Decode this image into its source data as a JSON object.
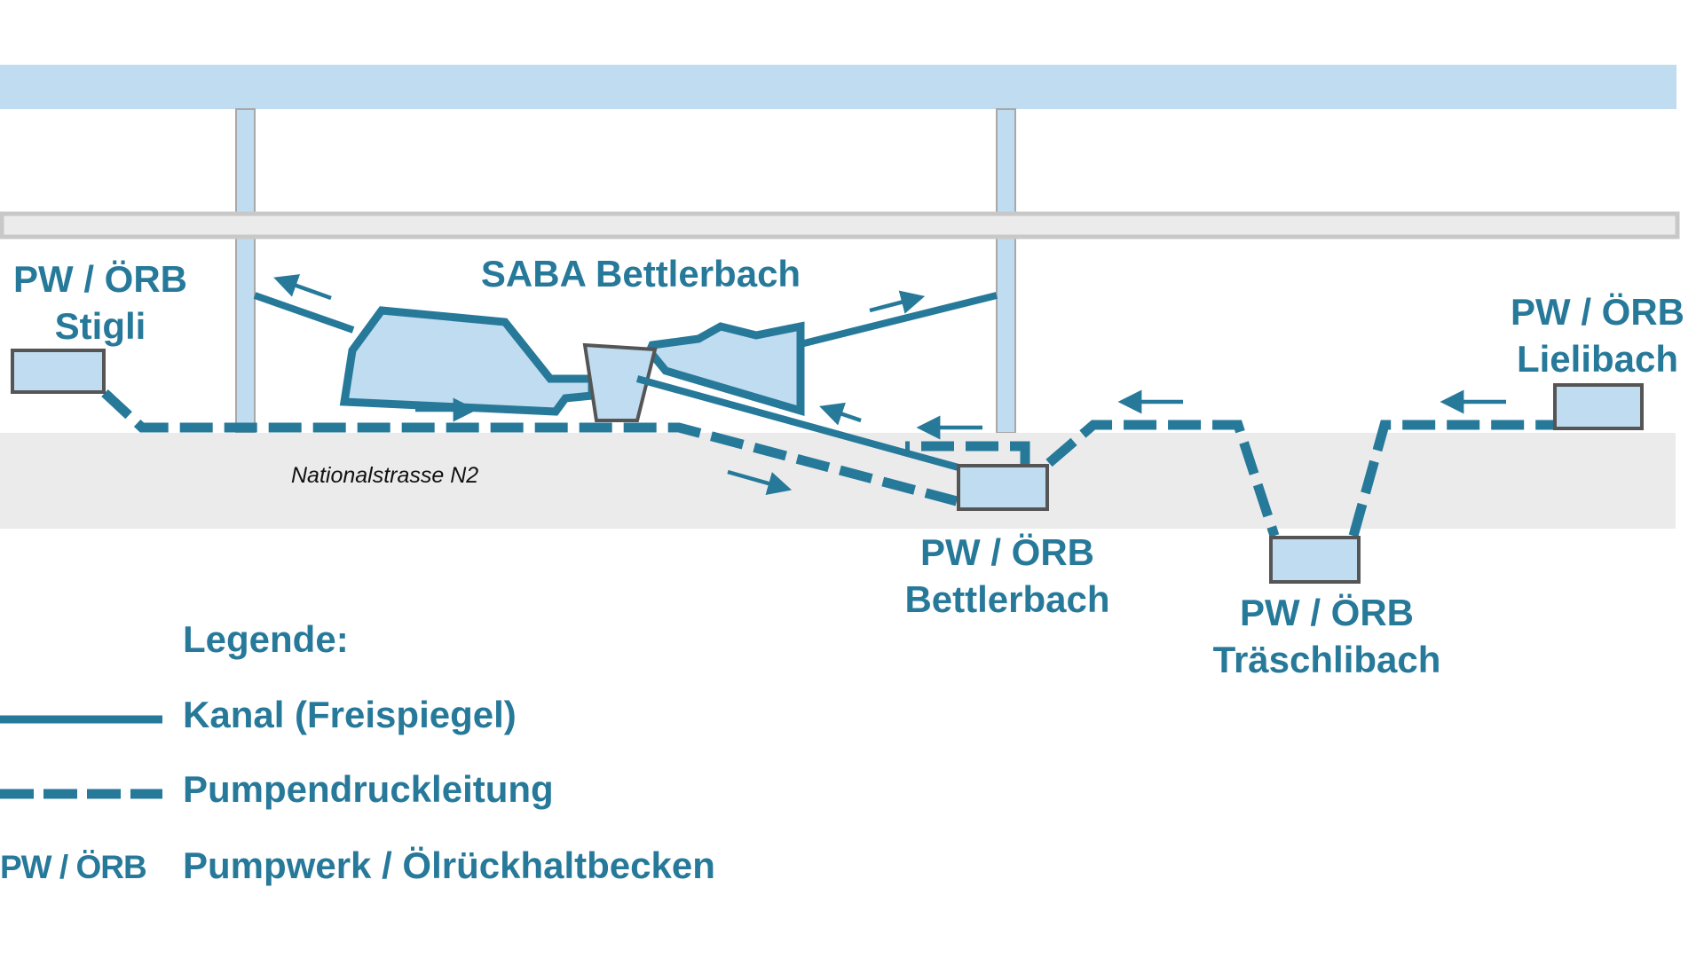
{
  "colors": {
    "pipe": "#27799a",
    "water_fill": "#bfdcf0",
    "road_band": "#ebebeb",
    "bridge_border": "#c8c8c8",
    "bridge_fill": "#ebebeb",
    "box_border": "#555555",
    "label_text": "#27799a",
    "road_label_text": "#111111"
  },
  "labels": {
    "stigli": {
      "line1": "PW / ÖRB",
      "line2": "Stigli"
    },
    "saba": {
      "line1": "SABA Bettlerbach"
    },
    "lielibach": {
      "line1": "PW / ÖRB",
      "line2": "Lielibach"
    },
    "bettlerbach": {
      "line1": "PW / ÖRB",
      "line2": "Bettlerbach"
    },
    "traeschlibach": {
      "line1": "PW / ÖRB",
      "line2": "Träschlibach"
    },
    "road": "Nationalstrasse N2"
  },
  "legend": {
    "title": "Legende:",
    "items": [
      {
        "symbol": "solid-line",
        "label": "Kanal (Freispiegel)"
      },
      {
        "symbol": "dashed-line",
        "label": "Pumpendruckleitung"
      },
      {
        "symbol": "abbreviation",
        "abbr": "PW / ÖRB",
        "label": "Pumpwerk / Ölrückhaltbecken"
      }
    ]
  }
}
